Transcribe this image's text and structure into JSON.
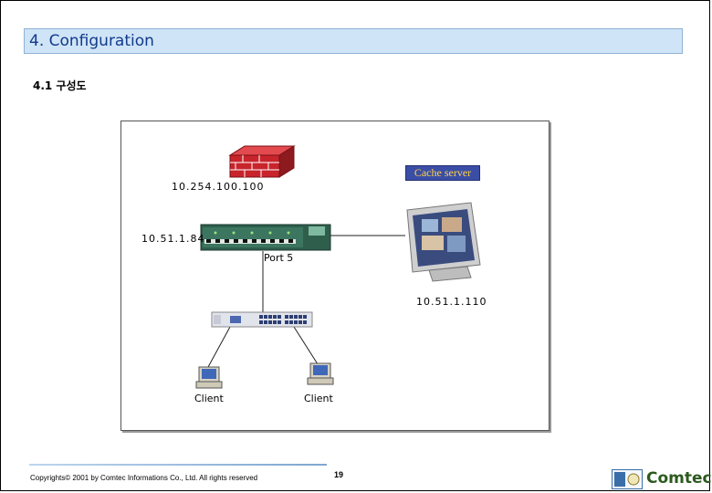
{
  "header": {
    "title": "4. Configuration"
  },
  "section": {
    "title": "4.1 구성도"
  },
  "diagram": {
    "firewall_ip": "10.254.100.100",
    "router_ip": "10.51.1.84",
    "port_label": "Port 5",
    "cache_label": "Cache server",
    "cache_ip": "10.51.1.110",
    "clients": [
      "Client",
      "Client"
    ]
  },
  "footer": {
    "copyright": "Copyrights© 2001 by Comtec Informations Co., Ltd. All rights reserved",
    "page_number": "19",
    "brand": "Comtec"
  },
  "colors": {
    "header_bg": "#cfe4f6",
    "firewall": "#c8242c",
    "cache_box": "#3b4ea6",
    "brand": "#2c5a1e"
  }
}
